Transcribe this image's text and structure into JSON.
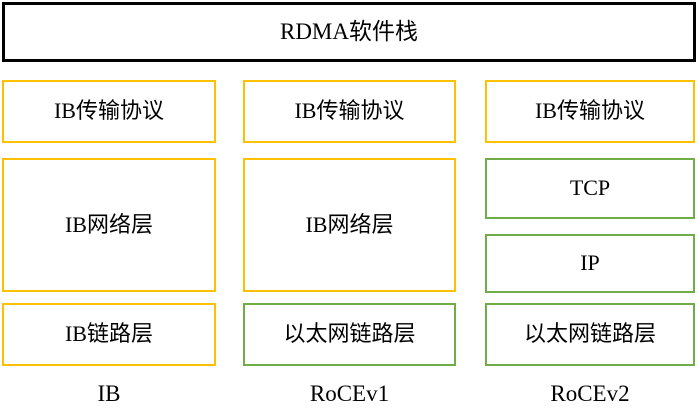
{
  "colors": {
    "title_border": "#000000",
    "ib_box_border": "#FFC000",
    "ethernet_box_border": "#70AD47",
    "text": "#000000",
    "background": "#FFFFFF"
  },
  "diagram": {
    "title": "RDMA软件栈",
    "columns": [
      {
        "label": "IB",
        "boxes": [
          {
            "text": "IB传输协议",
            "style": "ib"
          },
          {
            "text": "IB网络层",
            "style": "ib"
          },
          {
            "text": "IB链路层",
            "style": "ib"
          }
        ]
      },
      {
        "label": "RoCEv1",
        "boxes": [
          {
            "text": "IB传输协议",
            "style": "ib"
          },
          {
            "text": "IB网络层",
            "style": "ib"
          },
          {
            "text": "以太网链路层",
            "style": "ethernet"
          }
        ]
      },
      {
        "label": "RoCEv2",
        "boxes": [
          {
            "text": "IB传输协议",
            "style": "ib"
          },
          {
            "text": "TCP",
            "style": "ethernet"
          },
          {
            "text": "IP",
            "style": "ethernet"
          },
          {
            "text": "以太网链路层",
            "style": "ethernet"
          }
        ]
      }
    ]
  }
}
